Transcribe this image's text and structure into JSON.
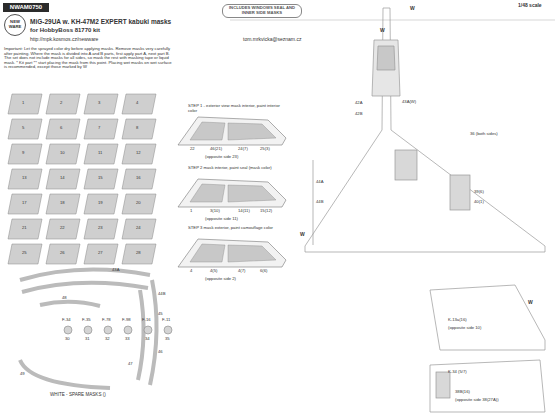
{
  "diagram": {
    "nodes": [
      {
        "text": [
          "NWAM0750"
        ]
      },
      {
        "text": [
          "NEW WARE"
        ]
      },
      {
        "text": [
          "INCLUDES WINDOWS SEAL AND INNER SIDE MASKS"
        ]
      }
    ],
    "labels": [
      "1/48 scale",
      "MiG-29UA w. KH-47M2 EXPERT kabuki masks",
      "for HobbyBoss 81770 kit",
      "http://mpk.kosmos.cz/newware",
      "tom.mrkvicka@seznam.cz",
      "Important: Let the sprayed color dry before applying masks. Remove masks very carefully after painting. Where the mask is divided into A and B parts, first apply part A, next part B. The set does not include masks for all sides, so mask the rest with masking tape or liquid mask. * Kit part ** start placing the mask from this point. Placing wet masks on wet surface is recommended, except those marked by W",
      "STEP 1 - exterior view mask interior, paint interior color",
      "STEP 2 mask interior, paint seal (mask color)",
      "STEP 3 mask exterior, paint camouflage color",
      "(opposite side 23)",
      "(opposite side 11)",
      "(opposite side 2)",
      "WHITE - SPARE MASKS ()",
      "22",
      "46(21)",
      "24(7)",
      "25(3)",
      "1",
      "3(10)",
      "14(11)",
      "15(12)",
      "4",
      "4(5)",
      "4(7)",
      "6(6)",
      "F-34",
      "F-35",
      "F-78",
      "F-98",
      "F-16",
      "F-11",
      "30",
      "31",
      "32",
      "33",
      "34",
      "35",
      "W",
      "42A",
      "42B",
      "43A(W)",
      "36 (both sides)",
      "44A",
      "44B",
      "W",
      "39(6)",
      "40(1)",
      "W",
      "K-13a(16)",
      "(opposite side 10)",
      "W",
      "K-34 (5/7)",
      "38B(16)",
      "(opposite side 38(27A))",
      "43A",
      "44B",
      "45",
      "46",
      "47",
      "48",
      "49",
      "1",
      "2",
      "3",
      "4",
      "5",
      "6",
      "7",
      "8",
      "9",
      "10",
      "11",
      "12",
      "13",
      "14",
      "15",
      "16",
      "17",
      "18",
      "19",
      "20",
      "21",
      "22",
      "23",
      "24",
      "25",
      "26",
      "27",
      "28"
    ]
  }
}
